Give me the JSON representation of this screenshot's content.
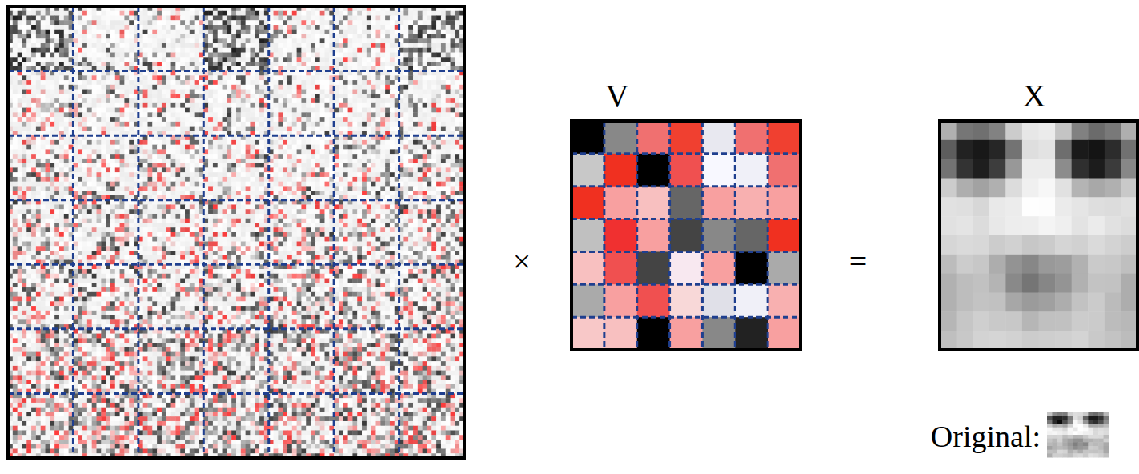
{
  "diagram": {
    "labels": [
      "×",
      "V",
      "=",
      "X",
      "Original:"
    ]
  }
}
